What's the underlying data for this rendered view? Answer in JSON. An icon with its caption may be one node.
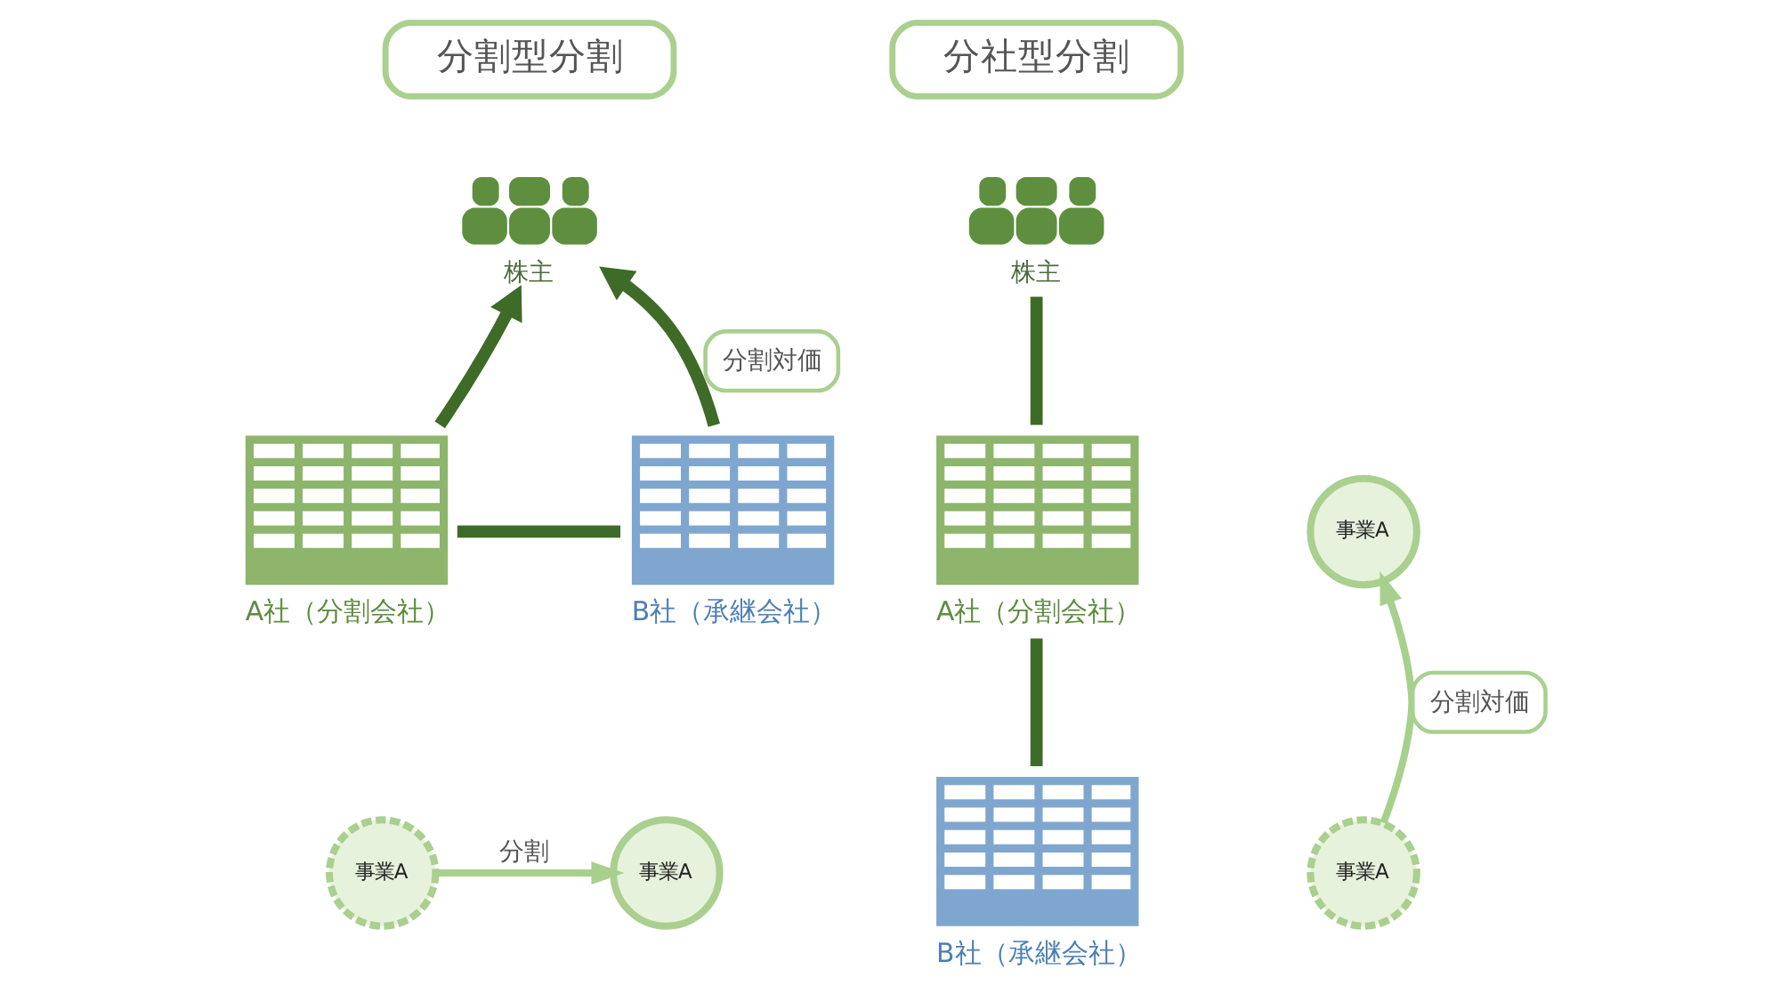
{
  "diagram": {
    "nodes": [
      {
        "text": [
          "分割型分割"
        ]
      },
      {
        "text": [
          "株主"
        ]
      },
      {
        "text": [
          "A社（分割会社）"
        ]
      },
      {
        "text": [
          "B社（承継会社）"
        ]
      },
      {
        "text": [
          "事業A"
        ]
      },
      {
        "text": [
          "事業A"
        ]
      },
      {
        "text": [
          "分社型分割"
        ]
      },
      {
        "text": [
          "株主"
        ]
      },
      {
        "text": [
          "A社（分割会社）"
        ]
      },
      {
        "text": [
          "事業A"
        ]
      },
      {
        "text": [
          "B社（承継会社）"
        ]
      },
      {
        "text": [
          "事業A"
        ]
      }
    ],
    "edges": [
      {
        "from": 2,
        "to": 1,
        "arrow": "to"
      },
      {
        "from": 3,
        "to": 1,
        "arrow": "to",
        "label": "分割対価"
      },
      {
        "from": 2,
        "to": 3,
        "arrow": "none"
      },
      {
        "from": 4,
        "to": 5,
        "arrow": "to",
        "label": "分割",
        "color": "#a6d08c"
      },
      {
        "from": 7,
        "to": 8,
        "arrow": "none"
      },
      {
        "from": 8,
        "to": 10,
        "arrow": "none"
      },
      {
        "from": 11,
        "to": 9,
        "arrow": "to",
        "label": "分割対価",
        "color": "#a6d08c"
      }
    ]
  }
}
